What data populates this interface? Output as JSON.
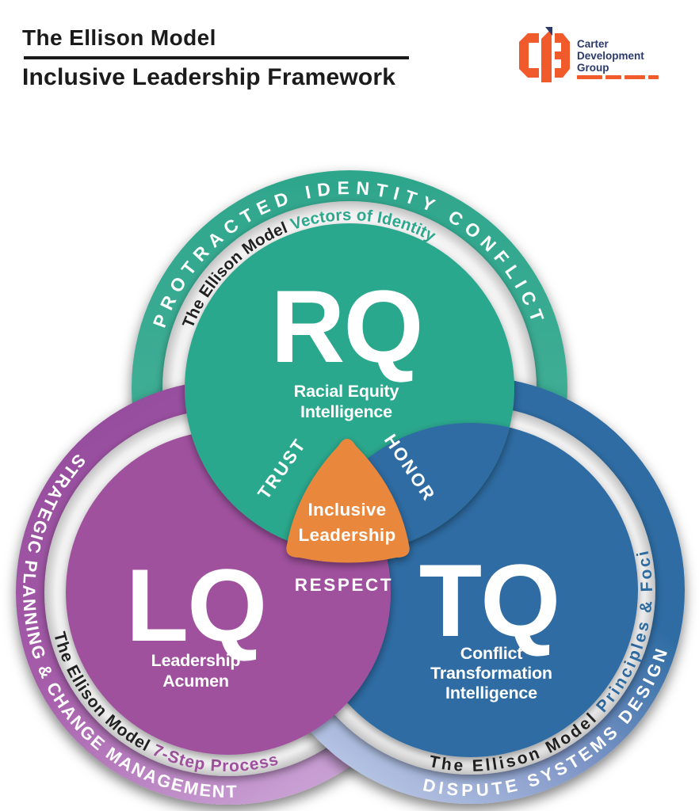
{
  "palette": {
    "teal": "#2BA88D",
    "purple": "#A0519E",
    "blue": "#2D6CA3",
    "orange": "#E9873C",
    "ink": "#1B1B1B",
    "dark_text": "#212121",
    "navy": "#2B3A6B",
    "logo_orange": "#F15B2B",
    "white": "#FFFFFF"
  },
  "header": {
    "title_line1": "The Ellison Model",
    "title_line2": "Inclusive Leadership Framework"
  },
  "logo": {
    "monogram": "CDG",
    "name_line1": "Carter",
    "name_line2": "Development",
    "name_line3": "Group"
  },
  "diagram": {
    "rq": {
      "abbr": "RQ",
      "subtitle_line1": "Racial Equity",
      "subtitle_line2": "Intelligence",
      "outer_ring": "PROTRACTED IDENTITY CONFLICT",
      "inner_ring_prefix": "The Ellison Model ",
      "inner_ring_highlight": "Vectors of Identity"
    },
    "lq": {
      "abbr": "LQ",
      "subtitle_line1": "Leadership",
      "subtitle_line2": "Acumen",
      "outer_ring": "STRATEGIC PLANNING & CHANGE MANAGEMENT",
      "inner_ring_prefix": "The Ellison Model ",
      "inner_ring_highlight": "7-Step Process"
    },
    "tq": {
      "abbr": "TQ",
      "subtitle_line1": "Conflict",
      "subtitle_line2": "Transformation",
      "subtitle_line3": "Intelligence",
      "outer_ring": "DISPUTE SYSTEMS DESIGN",
      "inner_ring_prefix": "The Ellison Model ",
      "inner_ring_highlight": "Principles & Foci"
    },
    "center": {
      "line1": "Inclusive",
      "line2": "Leadership"
    },
    "values": {
      "trust": "TRUST",
      "honor": "HONOR",
      "respect": "RESPECT"
    }
  }
}
